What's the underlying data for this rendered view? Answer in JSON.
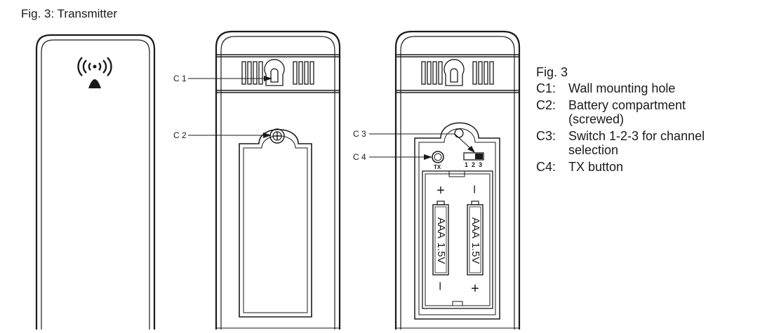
{
  "figure": {
    "title": "Fig. 3: Transmitter"
  },
  "callouts": {
    "c1": "C 1",
    "c2": "C 2",
    "c3": "C 3",
    "c4": "C 4"
  },
  "switch": {
    "positions": [
      "1",
      "2",
      "3"
    ]
  },
  "tx_button": {
    "label": "TX"
  },
  "batteries": [
    {
      "type": "AAA",
      "voltage": "1.5V",
      "top_sign": "+",
      "bottom_sign": "–"
    },
    {
      "type": "AAA",
      "voltage": "1.5V",
      "top_sign": "–",
      "bottom_sign": "+"
    }
  ],
  "legend": {
    "title": "Fig. 3",
    "items": [
      {
        "code": "C1:",
        "text": "Wall mounting hole"
      },
      {
        "code": "C2:",
        "text": "Battery compartment (screwed)"
      },
      {
        "code": "C3:",
        "text": "Switch 1-2-3 for channel selection"
      },
      {
        "code": "C4:",
        "text": "TX button"
      }
    ]
  },
  "icons": {
    "front": "wireless-signal-icon",
    "mount": "keyhole-icon",
    "screw": "screw-icon"
  },
  "colors": {
    "line": "#1a1a1a",
    "background": "#ffffff"
  }
}
